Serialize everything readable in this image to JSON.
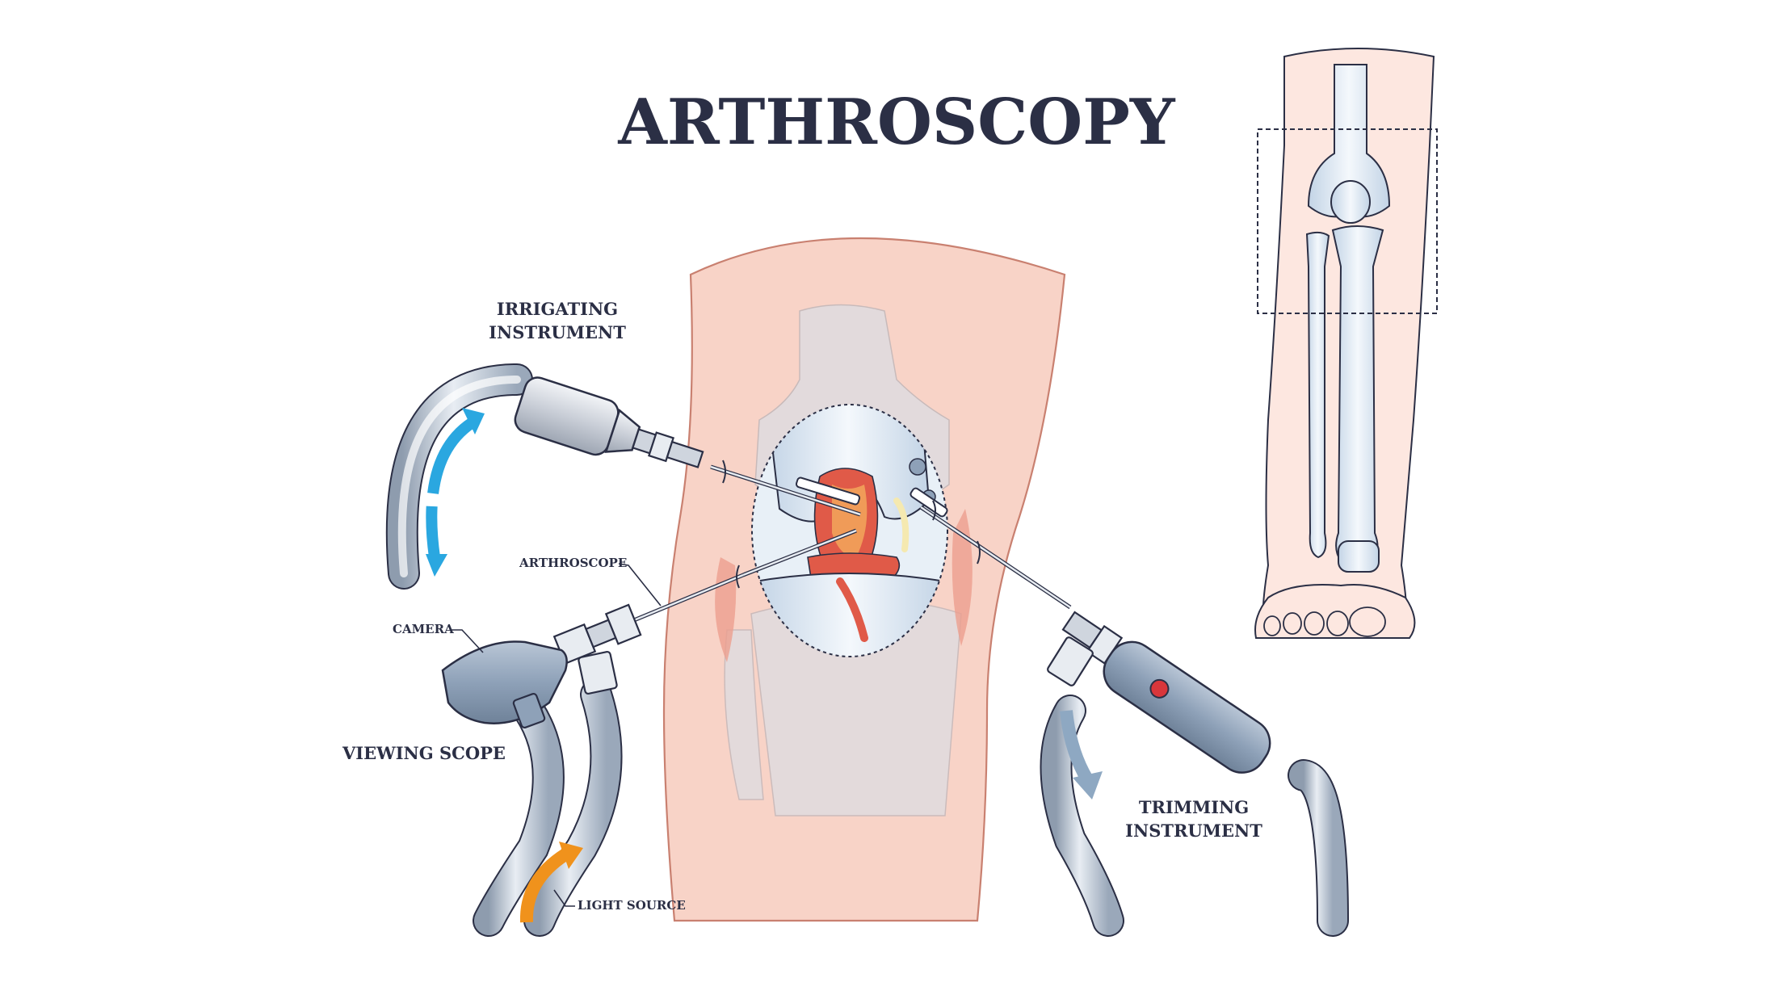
{
  "title": "ARTHROSCOPY",
  "labels": {
    "irrigating_line1": "IRRIGATING",
    "irrigating_line2": "INSTRUMENT",
    "arthroscope": "ARTHROSCOPE",
    "camera": "CAMERA",
    "viewing_scope": "VIEWING SCOPE",
    "trimming_line1": "TRIMMING",
    "trimming_line2": "INSTRUMENT",
    "light_source": "LIGHT SOURCE"
  },
  "colors": {
    "text": "#2b2f45",
    "skin": "#f8d3c7",
    "skin_dark": "#e9a596",
    "bone": "#d5e2ee",
    "bone_light": "#eef4fa",
    "metal": "#c8cdd6",
    "grip": "#9fb0c4",
    "arrow_blue": "#2aa7e0",
    "arrow_slate": "#8ea8c2",
    "arrow_orange": "#f0921c",
    "tissue_red": "#e05a48",
    "button_red": "#d9363b"
  },
  "icons": {
    "flow_in": "curved-double-arrow-icon",
    "flow_out": "curved-down-arrow-icon",
    "light": "curved-up-arrow-icon"
  }
}
